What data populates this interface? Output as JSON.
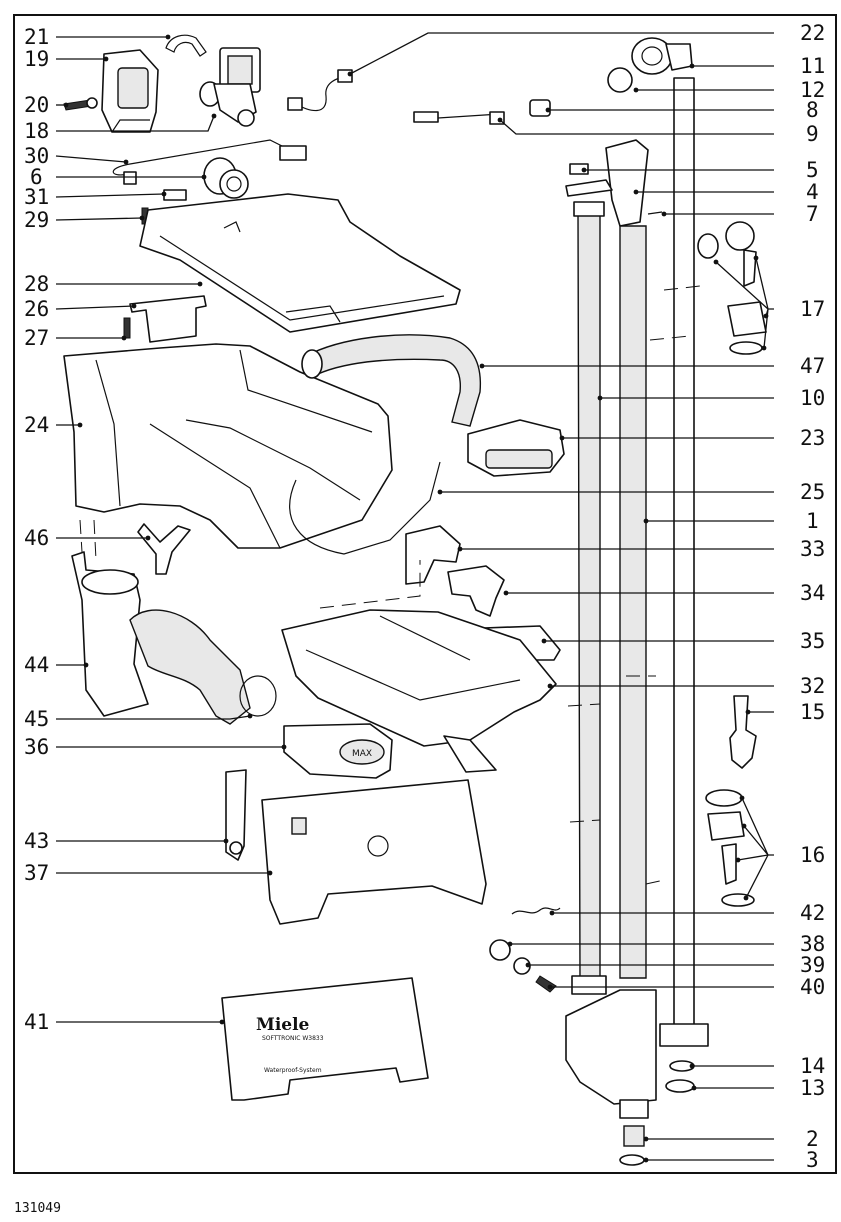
{
  "document_number": "131049",
  "brand_logo_text": "Miele",
  "cover_model_text": "SOFTTRONIC W3833",
  "cover_system_text": "Waterproof-System",
  "drawer_marking": "MAX",
  "callouts_left": [
    "21",
    "19",
    "20",
    "18",
    "30",
    "6",
    "31",
    "29",
    "28",
    "26",
    "27",
    "24",
    "46",
    "44",
    "45",
    "36",
    "43",
    "37",
    "41"
  ],
  "callouts_right": [
    "22",
    "11",
    "12",
    "8",
    "9",
    "5",
    "4",
    "7",
    "17",
    "47",
    "10",
    "23",
    "25",
    "1",
    "33",
    "34",
    "35",
    "32",
    "15",
    "16",
    "42",
    "38",
    "39",
    "40",
    "14",
    "13",
    "2",
    "3"
  ]
}
